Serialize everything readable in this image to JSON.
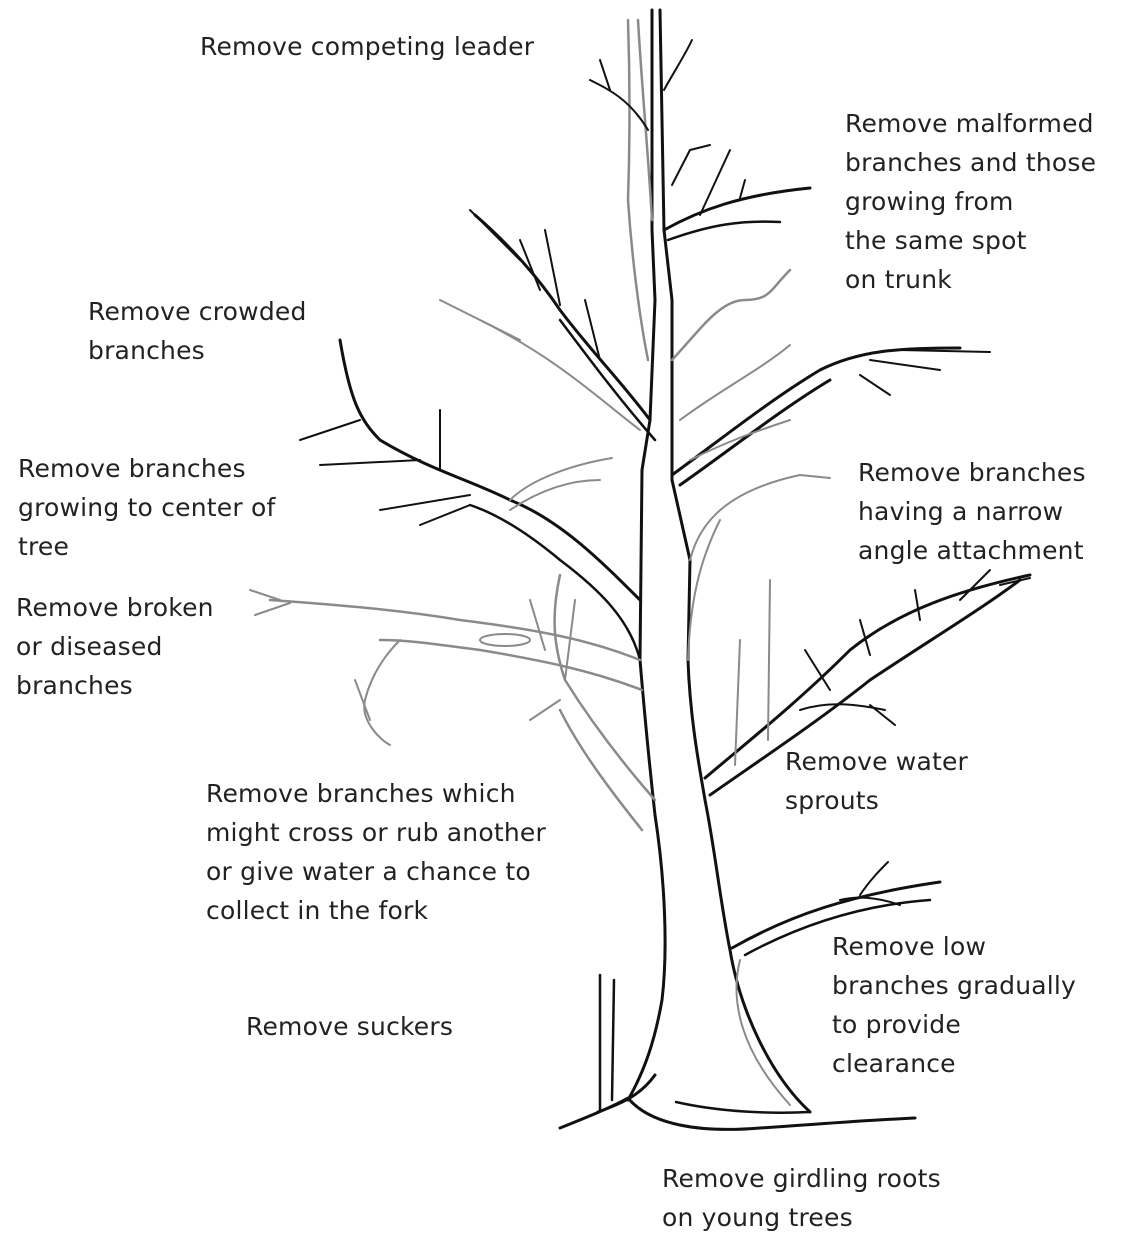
{
  "labels": {
    "competing_leader": [
      "Remove competing leader"
    ],
    "malformed": [
      "Remove malformed",
      "branches and those",
      "growing from",
      "the same spot",
      "on trunk"
    ],
    "crowded": [
      "Remove crowded",
      "branches"
    ],
    "center": [
      "Remove branches",
      "growing to center of",
      "tree"
    ],
    "narrow_angle": [
      "Remove branches",
      "having a narrow",
      "angle attachment"
    ],
    "broken": [
      "Remove broken",
      "or diseased",
      "branches"
    ],
    "water_sprouts": [
      "Remove water",
      "sprouts"
    ],
    "crossing": [
      "Remove branches which",
      "might cross or rub another",
      "or give water a chance to",
      "collect in the fork"
    ],
    "low_branches": [
      "Remove low",
      "branches gradually",
      "to provide",
      "clearance"
    ],
    "suckers": [
      "Remove suckers"
    ],
    "girdling_roots": [
      "Remove girdling roots",
      "on young trees"
    ]
  },
  "colors": {
    "ink": "#111111",
    "grey_ink": "#8a8a8a",
    "text": "#222222",
    "background": "#ffffff"
  }
}
